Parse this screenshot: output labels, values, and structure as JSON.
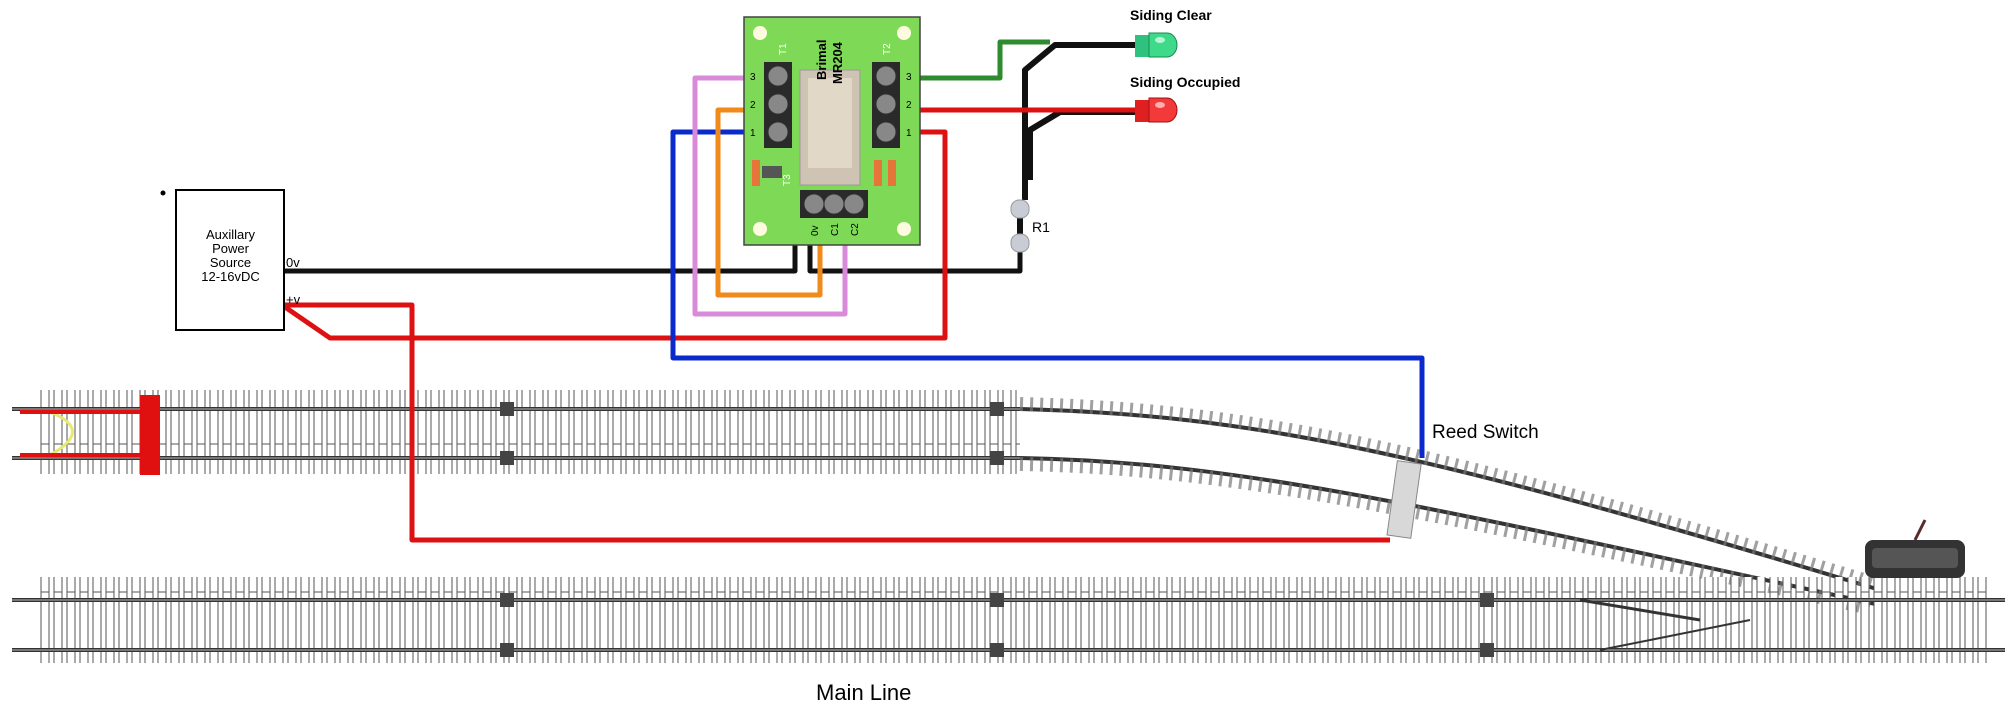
{
  "labels": {
    "siding_clear": "Siding Clear",
    "siding_occupied": "Siding Occupied",
    "r1": "R1",
    "reed_switch": "Reed Switch",
    "main_line": "Main Line"
  },
  "power_source": {
    "line1": "Auxillary",
    "line2": "Power",
    "line3": "Source",
    "line4": "12-16vDC",
    "terminal_0v": "0v",
    "terminal_pos": "+v"
  },
  "board": {
    "brand": "Brimal",
    "model": "MR204",
    "t1": "T1",
    "t2": "T2",
    "t3": "T3",
    "pins": [
      "3",
      "2",
      "1"
    ],
    "bottom_pins": [
      "0v",
      "C1",
      "C2"
    ]
  },
  "wire_colors": {
    "black": "#111111",
    "red": "#dd1111",
    "blue": "#0a2acc",
    "orange": "#f08a1a",
    "pink": "#d98ad9",
    "green": "#2e8b2e",
    "board": "#7ed957"
  }
}
